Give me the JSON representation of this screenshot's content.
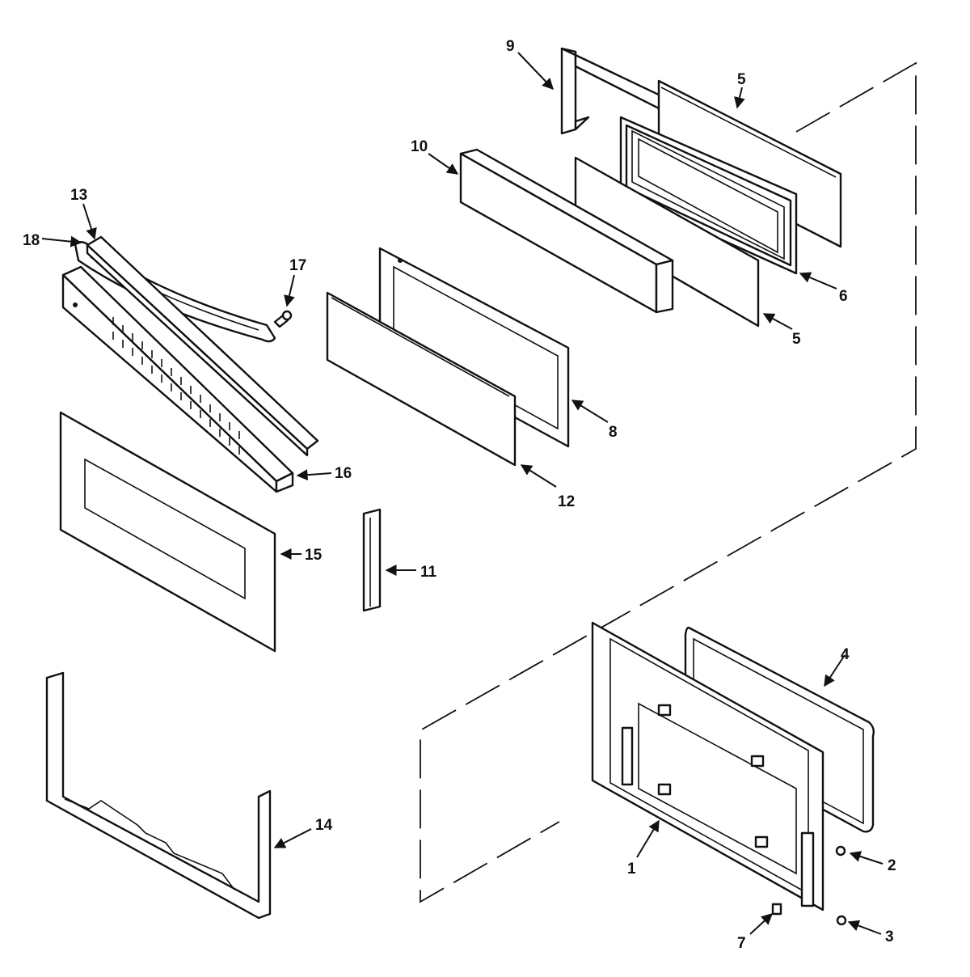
{
  "diagram": {
    "callouts": [
      {
        "id": "p9",
        "label": "9"
      },
      {
        "id": "p5a",
        "label": "5"
      },
      {
        "id": "p10",
        "label": "10"
      },
      {
        "id": "p13",
        "label": "13"
      },
      {
        "id": "p17",
        "label": "17"
      },
      {
        "id": "p18",
        "label": "18"
      },
      {
        "id": "p6",
        "label": "6"
      },
      {
        "id": "p5b",
        "label": "5"
      },
      {
        "id": "p8",
        "label": "8"
      },
      {
        "id": "p16",
        "label": "16"
      },
      {
        "id": "p12",
        "label": "12"
      },
      {
        "id": "p15",
        "label": "15"
      },
      {
        "id": "p11",
        "label": "11"
      },
      {
        "id": "p4",
        "label": "4"
      },
      {
        "id": "p14",
        "label": "14"
      },
      {
        "id": "p1",
        "label": "1"
      },
      {
        "id": "p2",
        "label": "2"
      },
      {
        "id": "p7",
        "label": "7"
      },
      {
        "id": "p3",
        "label": "3"
      }
    ]
  }
}
